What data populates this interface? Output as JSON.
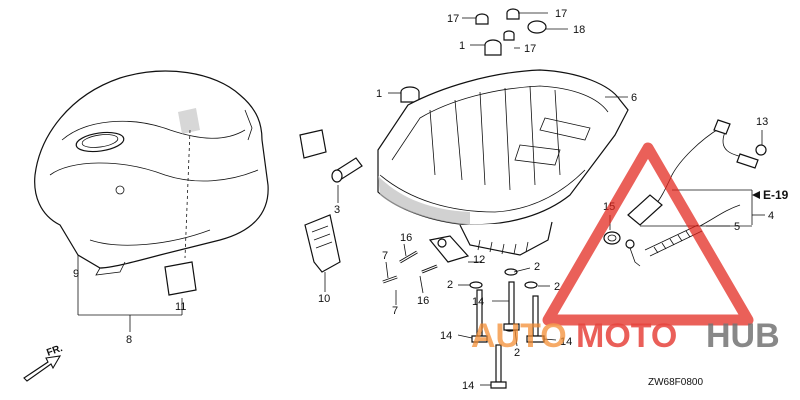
{
  "diagram": {
    "code": "ZW68F0800",
    "front_label": "FR.",
    "section_ref": "E-19",
    "callouts": [
      "17",
      "17",
      "18",
      "1",
      "17",
      "1",
      "6",
      "13",
      "3",
      "15",
      "4",
      "5",
      "16",
      "7",
      "12",
      "2",
      "2",
      "14",
      "16",
      "7",
      "2",
      "10",
      "9",
      "11",
      "8",
      "14",
      "2",
      "14",
      "14"
    ]
  },
  "watermark": {
    "part1": "AUTO",
    "part2": "MOTO",
    "part3": "HUB",
    "colors": {
      "orange": "#f28a2e",
      "red": "#e2231a",
      "gray": "#5b5b5b"
    }
  }
}
